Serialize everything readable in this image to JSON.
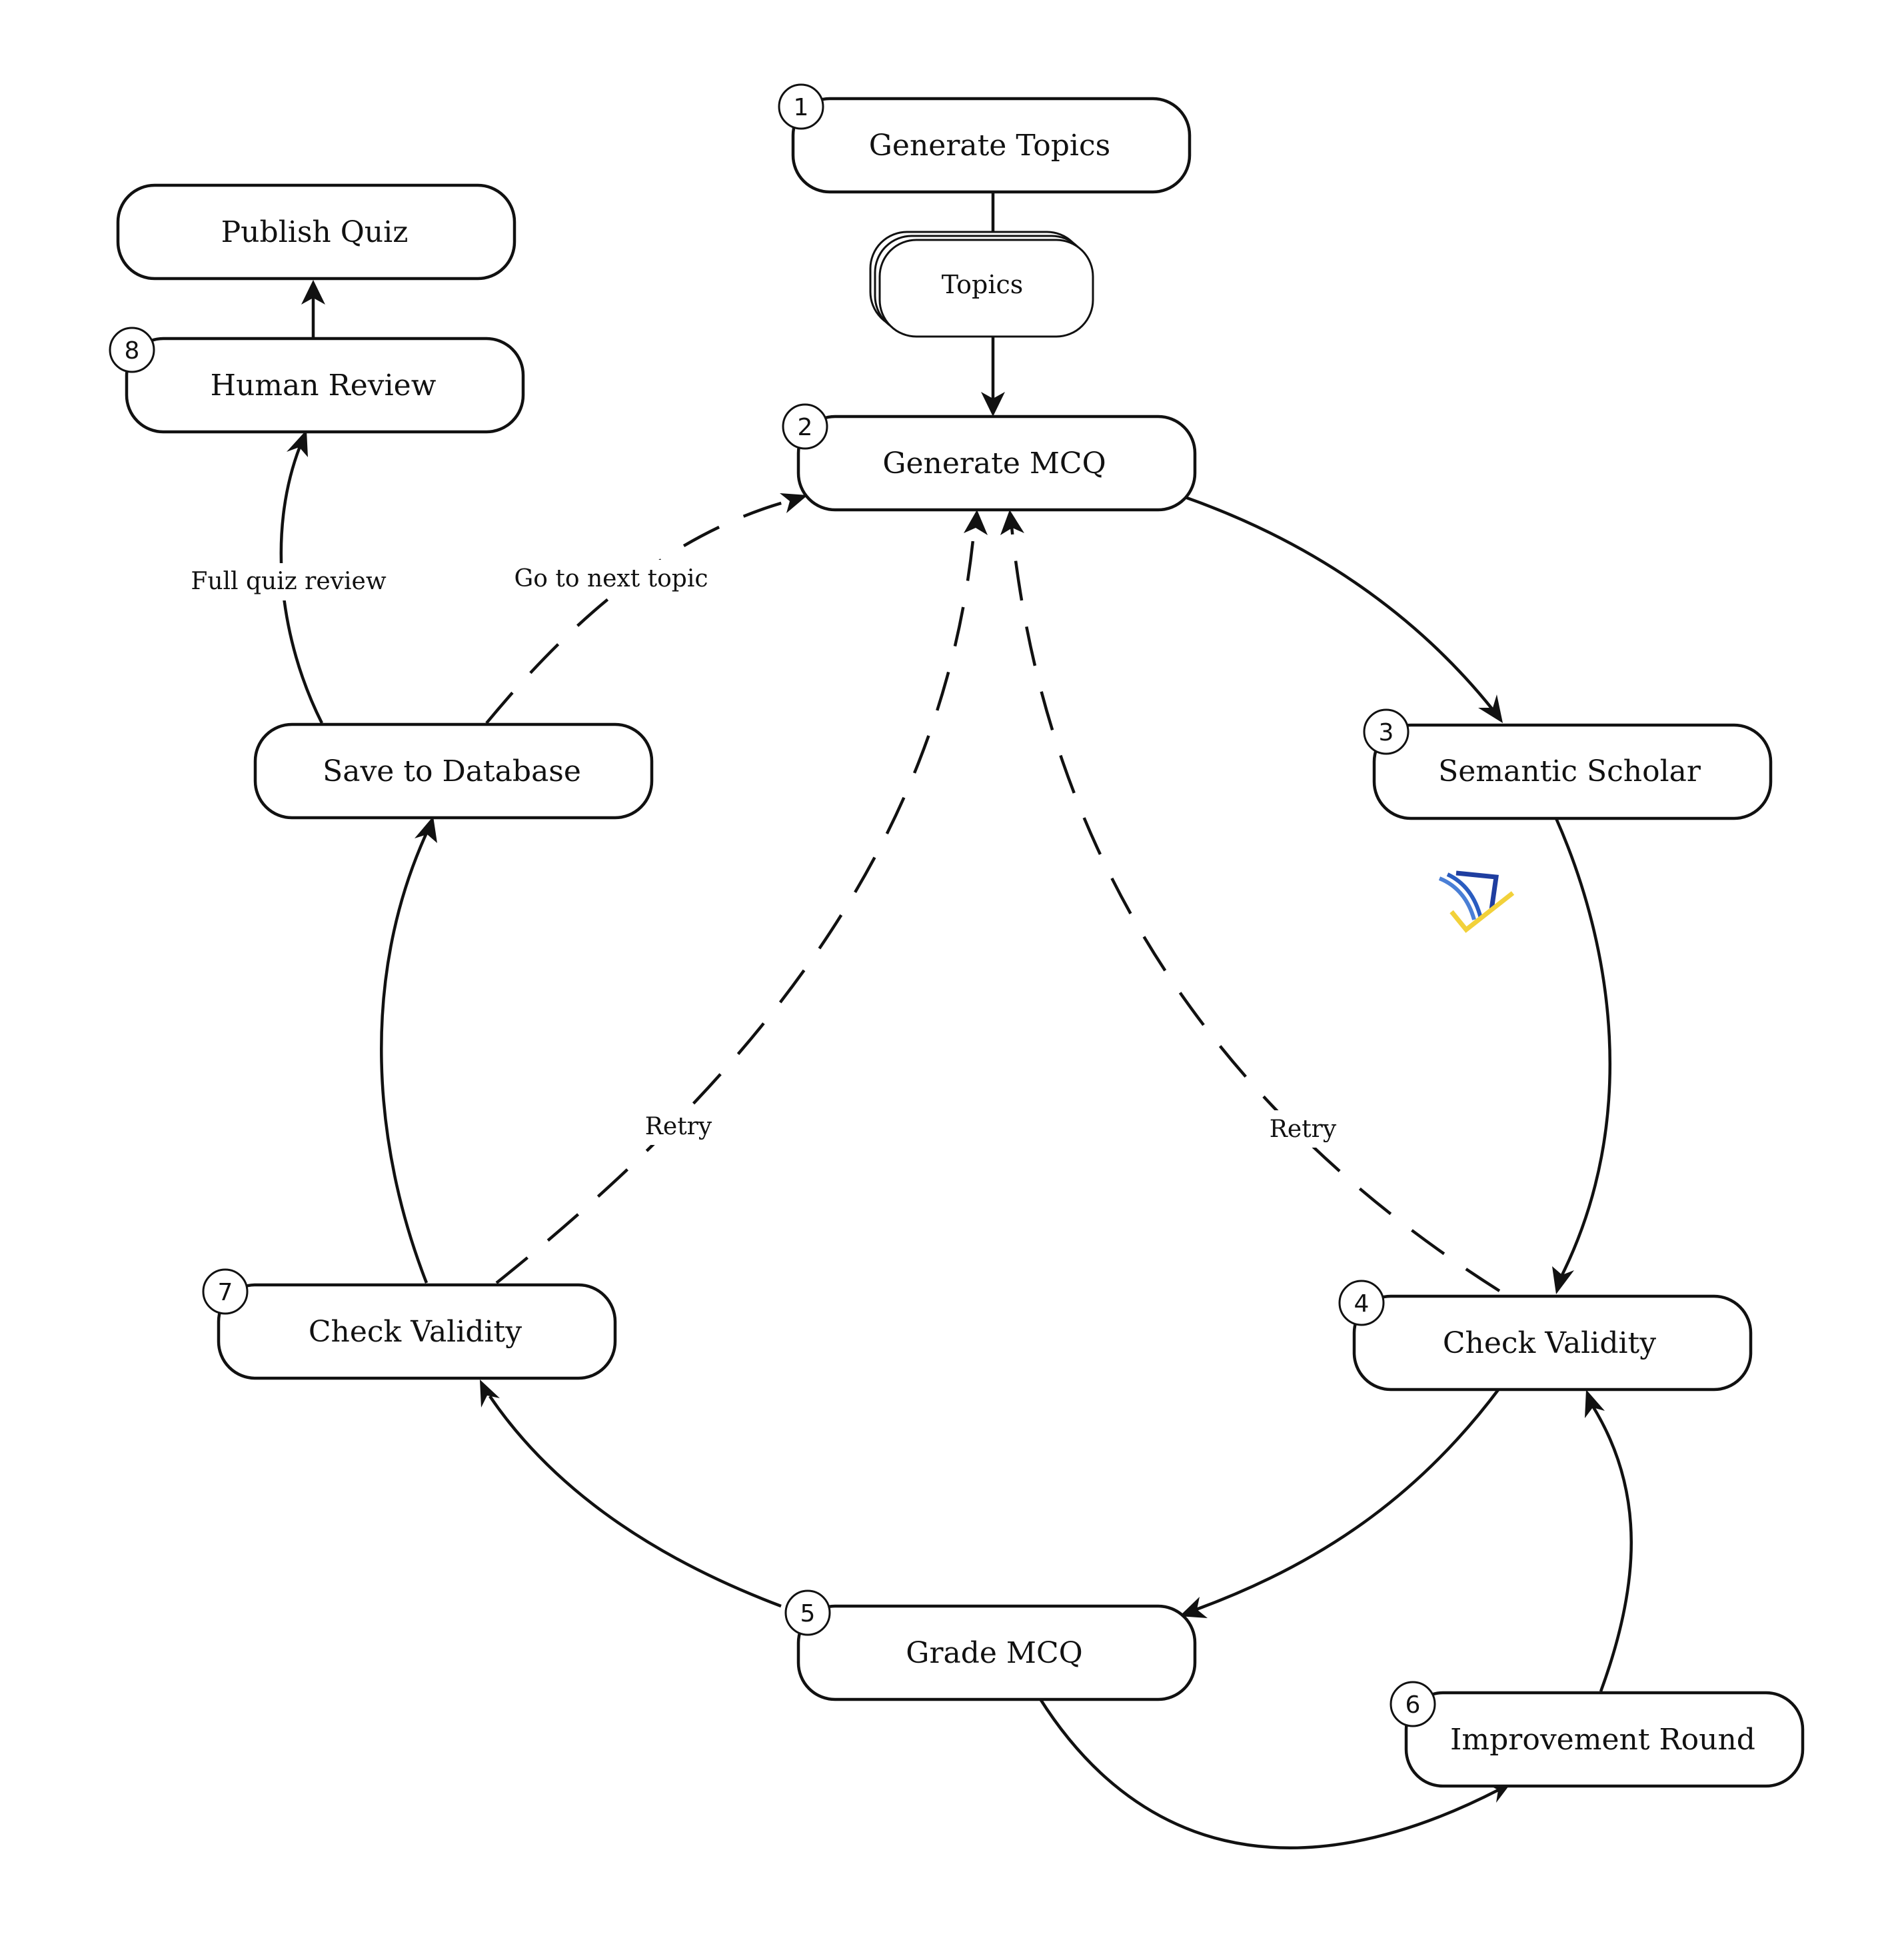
{
  "nodes": {
    "generate_topics": {
      "label": "Generate Topics",
      "step": "1"
    },
    "topics_doc": {
      "label": "Topics"
    },
    "generate_mcq": {
      "label": "Generate MCQ",
      "step": "2"
    },
    "semantic_scholar": {
      "label": "Semantic Scholar",
      "step": "3"
    },
    "check_validity_a": {
      "label": "Check Validity",
      "step": "4"
    },
    "grade_mcq": {
      "label": "Grade MCQ",
      "step": "5"
    },
    "improvement_round": {
      "label": "Improvement Round",
      "step": "6"
    },
    "check_validity_b": {
      "label": "Check Validity",
      "step": "7"
    },
    "save_to_database": {
      "label": "Save to Database"
    },
    "human_review": {
      "label": "Human Review",
      "step": "8"
    },
    "publish_quiz": {
      "label": "Publish Quiz"
    }
  },
  "edge_labels": {
    "full_quiz_review": "Full quiz review",
    "go_to_next_topic": "Go to next topic",
    "retry_left": "Retry",
    "retry_right": "Retry"
  },
  "icons": {
    "semantic_scholar_logo": "semantic-scholar-logo-icon"
  },
  "colors": {
    "stroke": "#111111",
    "background": "#ffffff",
    "logo_blue": "#1f4ea8",
    "logo_yellow": "#f2d13a"
  }
}
